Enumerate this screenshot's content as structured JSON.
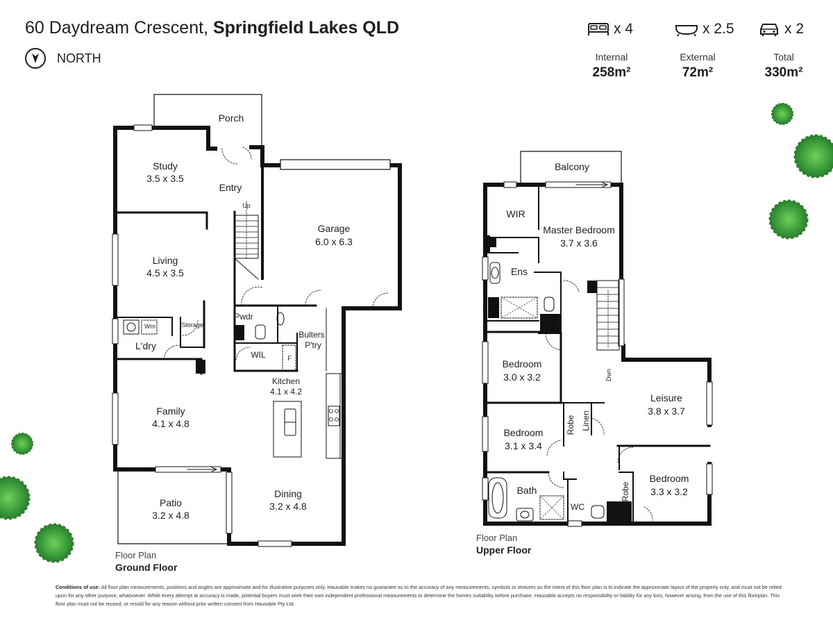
{
  "header": {
    "address_street": "60 Daydream Crescent,",
    "address_suburb": "Springfield Lakes QLD",
    "north_label": "NORTH"
  },
  "features": [
    {
      "icon": "bed-icon",
      "count": "x 4"
    },
    {
      "icon": "bath-icon",
      "count": "x 2.5"
    },
    {
      "icon": "car-icon",
      "count": "x 2"
    }
  ],
  "areas": [
    {
      "label": "Internal",
      "value": "258m²"
    },
    {
      "label": "External",
      "value": "72m²"
    },
    {
      "label": "Total",
      "value": "330m²"
    }
  ],
  "ground_floor": {
    "caption_top": "Floor Plan",
    "caption_bottom": "Ground Floor",
    "rooms": {
      "porch": "Porch",
      "study": "Study",
      "study_dim": "3.5 x 3.5",
      "entry": "Entry",
      "up": "Up",
      "garage": "Garage",
      "garage_dim": "6.0 x 6.3",
      "living": "Living",
      "living_dim": "4.5 x 3.5",
      "wm": "Wm",
      "storage": "Storage",
      "ldry": "L'dry",
      "pwdr": "Pwdr",
      "butlers_1": "Bulters",
      "butlers_2": "P'try",
      "wil": "WIL",
      "fridge": "F",
      "kitchen": "Kitchen",
      "kitchen_dim": "4.1 x 4.2",
      "family": "Family",
      "family_dim": "4.1 x 4.8",
      "patio": "Patio",
      "patio_dim": "3.2 x 4.8",
      "dining": "Dining",
      "dining_dim": "3.2 x 4.8"
    }
  },
  "upper_floor": {
    "caption_top": "Floor Plan",
    "caption_bottom": "Upper Floor",
    "rooms": {
      "balcony": "Balcony",
      "wir": "WIR",
      "master": "Master Bedroom",
      "master_dim": "3.7 x 3.6",
      "ens": "Ens",
      "bed2": "Bedroom",
      "bed2_dim": "3.0 x 3.2",
      "dwn": "Dwn",
      "leisure": "Leisure",
      "leisure_dim": "3.8 x 3.7",
      "robe1": "Robe",
      "linen": "Linen",
      "bed3": "Bedroom",
      "bed3_dim": "3.1 x 3.4",
      "robe2": "Robe",
      "bed4": "Bedroom",
      "bed4_dim": "3.3 x 3.2",
      "bath": "Bath",
      "wc": "WC"
    }
  },
  "terms": {
    "lead": "Conditions of use:",
    "body": "All floor plan measurements, positions and angles are approximate and for illustrative purposes only. Hausable makes no guarantee as to the accuracy of any measurements, symbols or textures as the intent of this floor plan is to indicate the approximate layout of the property only, and must not be relied upon for any other purpose, whatsoever. While every attempt at accuracy is made, potential buyers must seek their own independent professional measurements to determine the homes suitability before purchase. Hausable accepts no responsibility or liability for any loss, however arising, from the use of this floorplan. This floor plan must not be reused, or resold for any reason without prior written consent from Hausable Pty Ltd."
  },
  "colors": {
    "wall": "#111111",
    "tree": "#3a9b3a",
    "tree_light": "#5cbf4f"
  }
}
